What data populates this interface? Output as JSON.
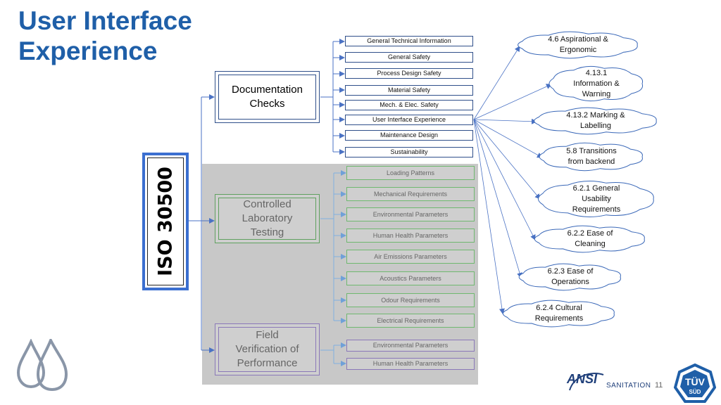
{
  "slide": {
    "title_line1": "User Interface",
    "title_line2": "Experience",
    "page_number": "11"
  },
  "root": {
    "label": "ISO 30500"
  },
  "main_boxes": {
    "documentation": {
      "line1": "Documentation",
      "line2": "Checks"
    },
    "controlled": {
      "line1": "Controlled",
      "line2": "Laboratory",
      "line3": "Testing"
    },
    "field": {
      "line1": "Field",
      "line2": "Verification of",
      "line3": "Performance"
    }
  },
  "documentation_items": [
    "General Technical Information",
    "General Safety",
    "Process Design Safety",
    "Material Safety",
    "Mech. & Elec. Safety",
    "User Interface Experience",
    "Maintenance Design",
    "Sustainability"
  ],
  "lab_items": [
    "Loading Patterns",
    "Mechanical Requirements",
    "Environmental Parameters",
    "Human Health Parameters",
    "Air Emissions Parameters",
    "Acoustics Parameters",
    "Odour Requirements",
    "Electrical Requirements"
  ],
  "field_items": [
    "Environmental Parameters",
    "Human Health Parameters"
  ],
  "clouds": [
    "4.6 Aspirational &\nErgonomic",
    "4.13.1\nInformation &\nWarning",
    "4.13.2 Marking &\nLabelling",
    "5.8 Transitions\nfrom backend",
    "6.2.1 General\nUsability\nRequirements",
    "6.2.2 Ease of\nCleaning",
    "6.2.3 Ease of\nOperations",
    "6.2.4 Cultural\nRequirements"
  ],
  "logos": {
    "ansi_text": "ANSI",
    "ansi_sub": "SANITATION",
    "tuv_line1": "TÜV",
    "tuv_line2": "SÜD"
  },
  "colors": {
    "title": "#1f5fa8",
    "iso_border": "#3b6fd0",
    "doc_border": "#2f4f8a",
    "lab_border": "#5fa05f",
    "field_border": "#8a78b8",
    "connector": "#4a72c4",
    "gray_panel": "#c8c8c8"
  }
}
